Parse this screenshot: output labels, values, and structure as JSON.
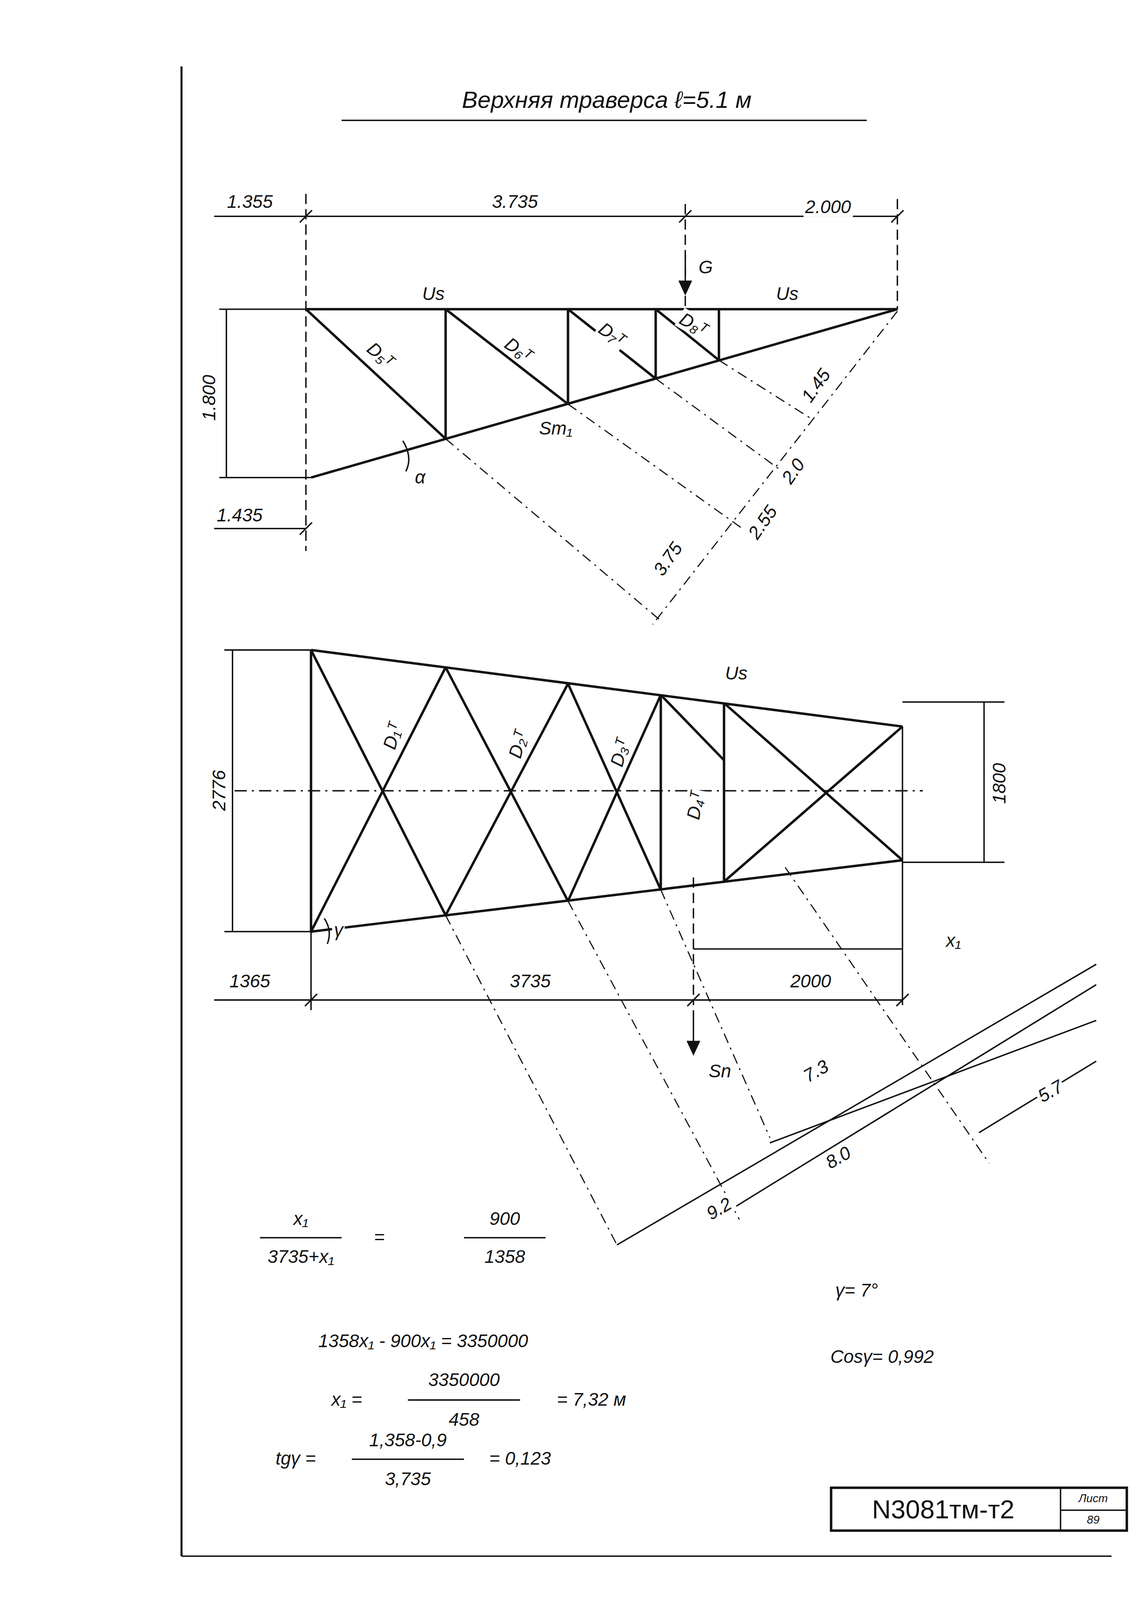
{
  "diagram": {
    "title": "Верхняя траверса ℓ=5.1 м",
    "labels": [
      "1.355",
      "3.735",
      "2.000",
      "G",
      "Us",
      "Us",
      "D₅ᵀ",
      "D₆ᵀ",
      "D₇ᵀ",
      "D₈ᵀ",
      "1.800",
      "Sт₁",
      "α",
      "1.45",
      "2.0",
      "2.55",
      "1.435",
      "3.75",
      "Us",
      "D₁ᵀ",
      "D₂ᵀ",
      "D₃ᵀ",
      "D₄ᵀ",
      "2776",
      "1800",
      "γ",
      "x₁",
      "1365",
      "3735",
      "2000",
      "Sn",
      "7.3",
      "5.7",
      "8.0",
      "9.2",
      "x₁",
      "3735+x₁",
      "=",
      "900",
      "1358",
      "γ= 7°",
      "1358x₁ - 900x₁ = 3350000",
      "Cosγ= 0,992",
      "x₁ =",
      "3350000",
      "458",
      "= 7,32 м",
      "tgγ =",
      "1,358-0,9",
      "3,735",
      "= 0,123",
      "N3081тм-т2",
      "Лист",
      "89"
    ]
  }
}
